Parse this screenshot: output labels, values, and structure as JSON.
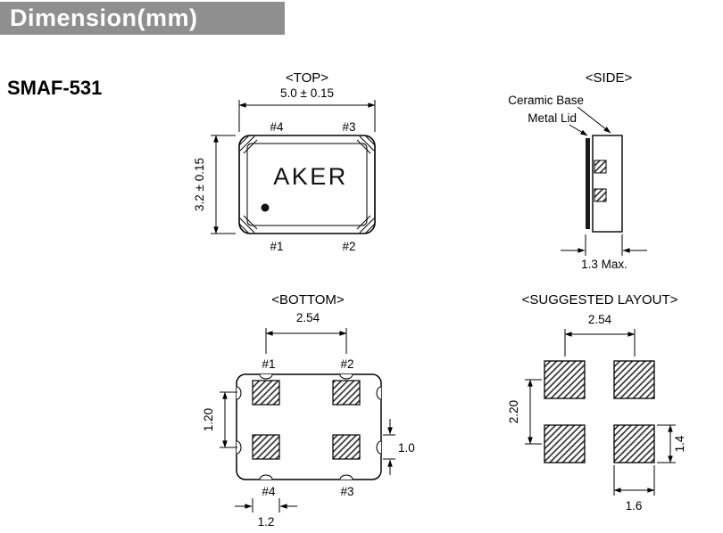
{
  "banner": {
    "title": "Dimension(mm)"
  },
  "model": "SMAF-531",
  "colors": {
    "banner_bg": "#8f8f8f",
    "banner_text": "#ffffff",
    "line": "#000000"
  },
  "top_view": {
    "title": "<TOP>",
    "width_dim": "5.0 ± 0.15",
    "height_dim": "3.2 ± 0.15",
    "brand": "AKER",
    "pin_top_left": "#4",
    "pin_top_right": "#3",
    "pin_bottom_left": "#1",
    "pin_bottom_right": "#2"
  },
  "side_view": {
    "title": "<SIDE>",
    "ceramic_base": "Ceramic Base",
    "metal_lid": "Metal Lid",
    "thickness_dim": "1.3 Max."
  },
  "bottom_view": {
    "title": "<BOTTOM>",
    "pitch_x": "2.54",
    "pitch_y": "1.20",
    "pad_height": "1.0",
    "pad_width": "1.2",
    "pin_top_left": "#1",
    "pin_top_right": "#2",
    "pin_bottom_left": "#4",
    "pin_bottom_right": "#3"
  },
  "layout_view": {
    "title": "<SUGGESTED LAYOUT>",
    "pitch_x": "2.54",
    "pitch_y": "2.20",
    "pad_height": "1.4",
    "pad_width": "1.6"
  }
}
